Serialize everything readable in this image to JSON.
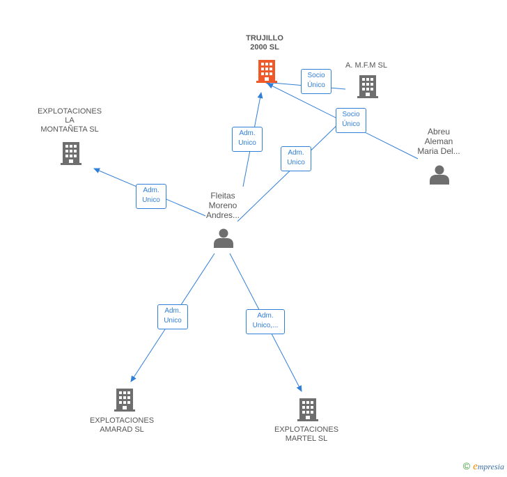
{
  "colors": {
    "edge": "#2f7ed8",
    "main_building": "#f0592a",
    "building": "#6e6e6e",
    "person": "#6e6e6e"
  },
  "nodes": {
    "trujillo": {
      "lines": [
        "TRUJILLO",
        "2000 SL"
      ],
      "icon": "building-icon"
    },
    "amfm": {
      "lines": [
        "A. M.F.M SL"
      ],
      "icon": "building-icon"
    },
    "montaneta": {
      "lines": [
        "EXPLOTACIONES",
        "LA",
        "MONTAÑETA SL"
      ],
      "icon": "building-icon"
    },
    "abreu": {
      "lines": [
        "Abreu",
        "Aleman",
        "Maria Del..."
      ],
      "icon": "person-icon"
    },
    "fleitas": {
      "lines": [
        "Fleitas",
        "Moreno",
        "Andres..."
      ],
      "icon": "person-icon"
    },
    "amarad": {
      "lines": [
        "EXPLOTACIONES",
        "AMARAD SL"
      ],
      "icon": "building-icon"
    },
    "martel": {
      "lines": [
        "EXPLOTACIONES",
        "MARTEL SL"
      ],
      "icon": "building-icon"
    }
  },
  "edges": {
    "amfm_trujillo": [
      "Socio",
      "Único"
    ],
    "abreu_trujillo": [
      "Socio",
      "Único"
    ],
    "fleitas_trujillo": [
      "Adm.",
      "Unico"
    ],
    "fleitas_amfm": [
      "Adm.",
      "Unico"
    ],
    "fleitas_montaneta": [
      "Adm.",
      "Unico"
    ],
    "fleitas_amarad": [
      "Adm.",
      "Unico"
    ],
    "fleitas_martel": [
      "Adm.",
      "Unico,..."
    ]
  },
  "footer": {
    "copyright": "©",
    "brand_first": "e",
    "brand_rest": "mpresia"
  }
}
